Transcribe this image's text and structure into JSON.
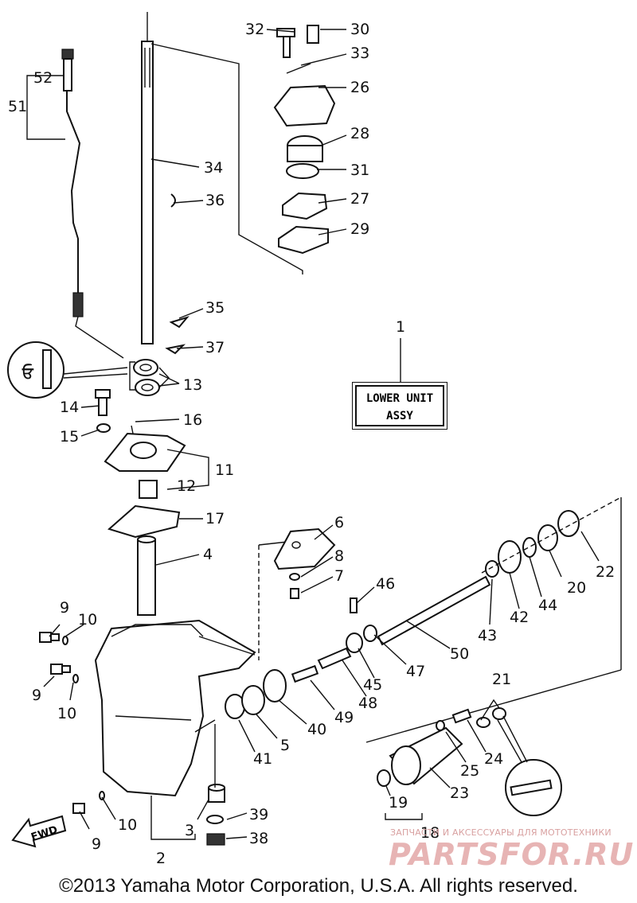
{
  "diagram": {
    "callouts": [
      "1",
      "2",
      "3",
      "4",
      "5",
      "6",
      "7",
      "8",
      "9",
      "9",
      "9",
      "10",
      "10",
      "10",
      "11",
      "12",
      "13",
      "14",
      "15",
      "16",
      "17",
      "18",
      "19",
      "20",
      "21",
      "22",
      "23",
      "24",
      "25",
      "26",
      "27",
      "28",
      "29",
      "30",
      "31",
      "32",
      "33",
      "34",
      "35",
      "36",
      "37",
      "38",
      "39",
      "40",
      "41",
      "42",
      "43",
      "44",
      "45",
      "46",
      "47",
      "48",
      "49",
      "50",
      "51",
      "52"
    ],
    "assembly_label": {
      "line1": "LOWER UNIT",
      "line2": "ASSY"
    },
    "direction_arrow": "FWD",
    "copyright": "©2013 Yamaha Motor Corporation, U.S.A. All rights reserved.",
    "watermark": {
      "tagline": "ЗАПЧАСТИ И АКСЕССУАРЫ ДЛЯ МОТОТЕХНИКИ",
      "logo": "PARTSFOR.RU"
    }
  }
}
